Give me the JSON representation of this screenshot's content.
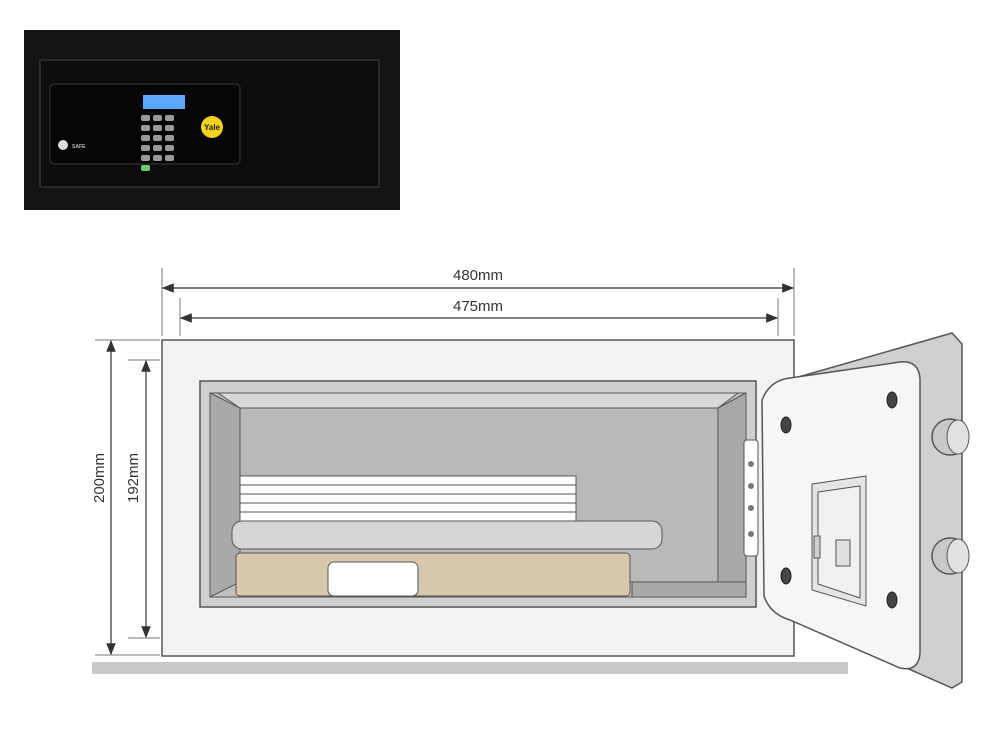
{
  "photo": {
    "brand_label": "Yale",
    "badge_label": "SAFE",
    "keypad_keys": 16
  },
  "dimensions": {
    "outer_width": "480mm",
    "inner_width": "475mm",
    "outer_height": "200mm",
    "inner_height": "192mm"
  },
  "colors": {
    "safe_body": "#111111",
    "display": "#5aa9ff",
    "lock_badge": "#f2d21b",
    "line": "#555555",
    "folder": "#d7c8ad",
    "floor": "#c8c8c8"
  }
}
